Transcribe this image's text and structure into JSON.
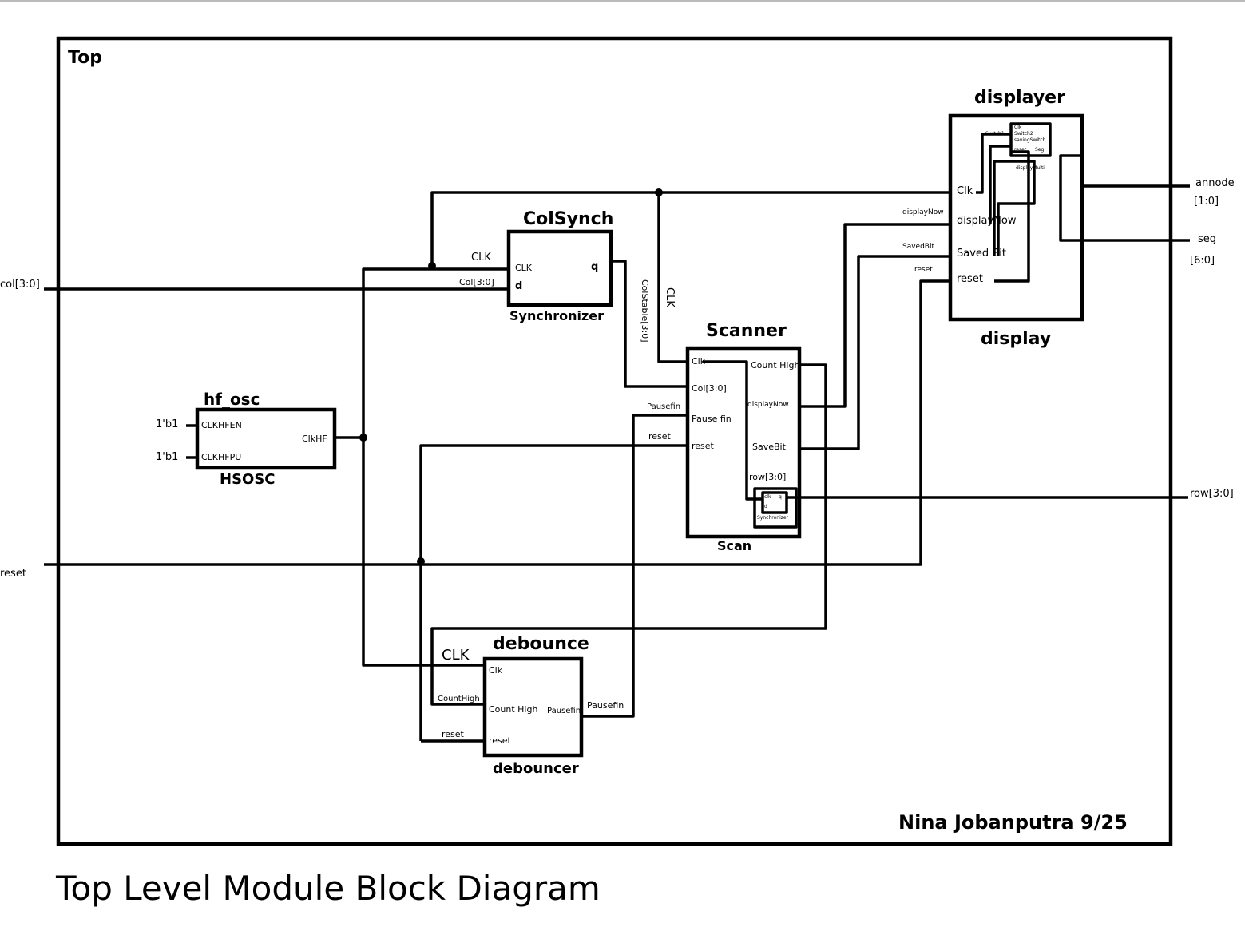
{
  "top_label": "Top",
  "caption": "Top Level Module Block Diagram",
  "signature": "Nina Jobanputra 9/25",
  "inputs": {
    "col": "col[3:0]",
    "reset": "reset",
    "const1": "1'b1",
    "const2": "1'b1"
  },
  "outputs": {
    "annode": "annode",
    "annode_width": "[1:0]",
    "seg": "seg",
    "seg_width": "[6:0]",
    "row": "row[3:0]"
  },
  "hsosc": {
    "instance": "hf_osc",
    "module": "HSOSC",
    "ports": {
      "en": "CLKHFEN",
      "pu": "CLKHFPU",
      "clk": "ClkHF"
    }
  },
  "colsynch": {
    "instance": "ColSynch",
    "module": "Synchronizer",
    "ports": {
      "clk": "CLK",
      "d": "d",
      "q": "q"
    },
    "wire_clk": "CLK",
    "wire_col": "Col[3:0]"
  },
  "scanner": {
    "instance": "Scanner",
    "module": "Scan",
    "ports_left": [
      "Clk",
      "Col[3:0]",
      "Pause fin",
      "reset"
    ],
    "ports_right": [
      "Count High",
      "displayNow",
      "SaveBit",
      "row[3:0]"
    ],
    "mini": {
      "clk": "clk",
      "q": "q",
      "d": "d",
      "module": "Synchronizer"
    },
    "wire_clk": "CLK",
    "wire_colstable": "ColStable[3:0]",
    "wire_pausefin": "Pausefin",
    "wire_reset": "reset"
  },
  "displayer": {
    "instance": "displayer",
    "module": "display",
    "ports": [
      "Clk",
      "displayNow",
      "Saved Bit",
      "reset"
    ],
    "wire_labels": {
      "displayNow": "displayNow",
      "savedbit": "SavedBit",
      "reset": "reset"
    },
    "inner": {
      "module": "displayMulti",
      "clk": "Clk",
      "switch1": "Switch1",
      "switch2": "Switch2",
      "saving": "savingSwitch",
      "reset": "reset",
      "seg": "Seg",
      "left_label": "Switch1"
    }
  },
  "debounce": {
    "instance": "debounce",
    "module": "debouncer",
    "ports": {
      "clk": "Clk",
      "counthigh": "Count High",
      "reset": "reset",
      "pausefin": "Pausefin"
    },
    "wire_clk": "CLK",
    "wire_counthigh": "CountHigh",
    "wire_reset": "reset",
    "wire_pausefin": "Pausefin"
  }
}
